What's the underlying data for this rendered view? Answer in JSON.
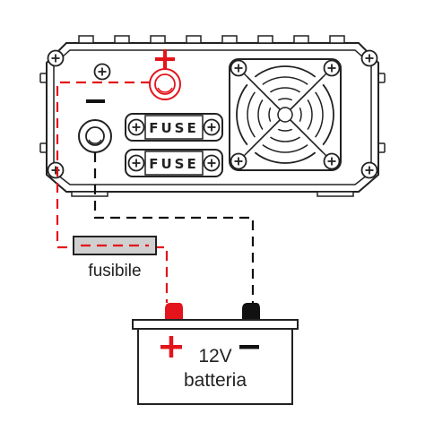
{
  "inverter": {
    "fuse_label_1": "FUSE",
    "fuse_label_2": "FUSE",
    "positive_symbol": "+",
    "negative_symbol": "−"
  },
  "inline_fuse": {
    "label": "fusibile"
  },
  "battery": {
    "voltage": "12V",
    "name": "batteria",
    "positive_symbol": "+",
    "negative_symbol": "−"
  },
  "colors": {
    "positive": "#e3141b",
    "negative": "#111111",
    "outline": "#222222",
    "fuse_body": "#d0d0d0"
  },
  "icons": [
    "screw-icon",
    "fan-grille-icon",
    "positive-terminal-icon",
    "negative-terminal-icon"
  ]
}
